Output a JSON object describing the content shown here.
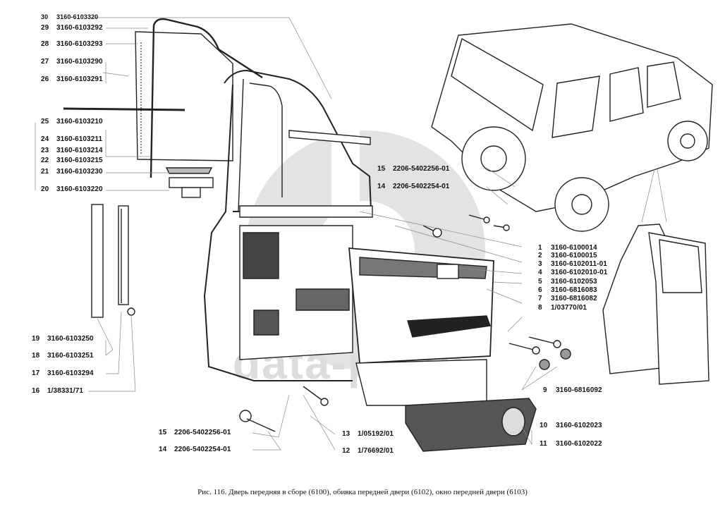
{
  "figure": {
    "caption": "Рис. 116. Дверь передняя в сборе (6100), обивка передней двери (6102), окно передней двери (6103)",
    "watermark": "data-parts"
  },
  "callouts_left": [
    {
      "num": "30",
      "part": "3160-6103320"
    },
    {
      "num": "29",
      "part": "3160-6103292"
    },
    {
      "num": "28",
      "part": "3160-6103293"
    },
    {
      "num": "27",
      "part": "3160-6103290"
    },
    {
      "num": "26",
      "part": "3160-6103291"
    },
    {
      "num": "25",
      "part": "3160-6103210"
    },
    {
      "num": "24",
      "part": "3160-6103211"
    },
    {
      "num": "23",
      "part": "3160-6103214"
    },
    {
      "num": "22",
      "part": "3160-6103215"
    },
    {
      "num": "21",
      "part": "3160-6103230"
    },
    {
      "num": "20",
      "part": "3160-6103220"
    },
    {
      "num": "19",
      "part": "3160-6103250"
    },
    {
      "num": "18",
      "part": "3160-6103251"
    },
    {
      "num": "17",
      "part": "3160-6103294"
    },
    {
      "num": "16",
      "part": "1/38331/71"
    },
    {
      "num": "15",
      "part": "2206-5402256-01"
    },
    {
      "num": "14",
      "part": "2206-5402254-01"
    }
  ],
  "callouts_center": [
    {
      "num": "15",
      "part": "2206-5402256-01"
    },
    {
      "num": "14",
      "part": "2206-5402254-01"
    },
    {
      "num": "13",
      "part": "1/05192/01"
    },
    {
      "num": "12",
      "part": "1/76692/01"
    }
  ],
  "callouts_right": [
    {
      "num": "1",
      "part": "3160-6100014"
    },
    {
      "num": "2",
      "part": "3160-6100015"
    },
    {
      "num": "3",
      "part": "3160-6102011-01"
    },
    {
      "num": "4",
      "part": "3160-6102010-01"
    },
    {
      "num": "5",
      "part": "3160-6102053"
    },
    {
      "num": "6",
      "part": "3160-6816083"
    },
    {
      "num": "7",
      "part": "3160-6816082"
    },
    {
      "num": "8",
      "part": "1/03770/01"
    },
    {
      "num": "9",
      "part": "3160-6816092"
    },
    {
      "num": "10",
      "part": "3160-6102023"
    },
    {
      "num": "11",
      "part": "3160-6102022"
    }
  ]
}
